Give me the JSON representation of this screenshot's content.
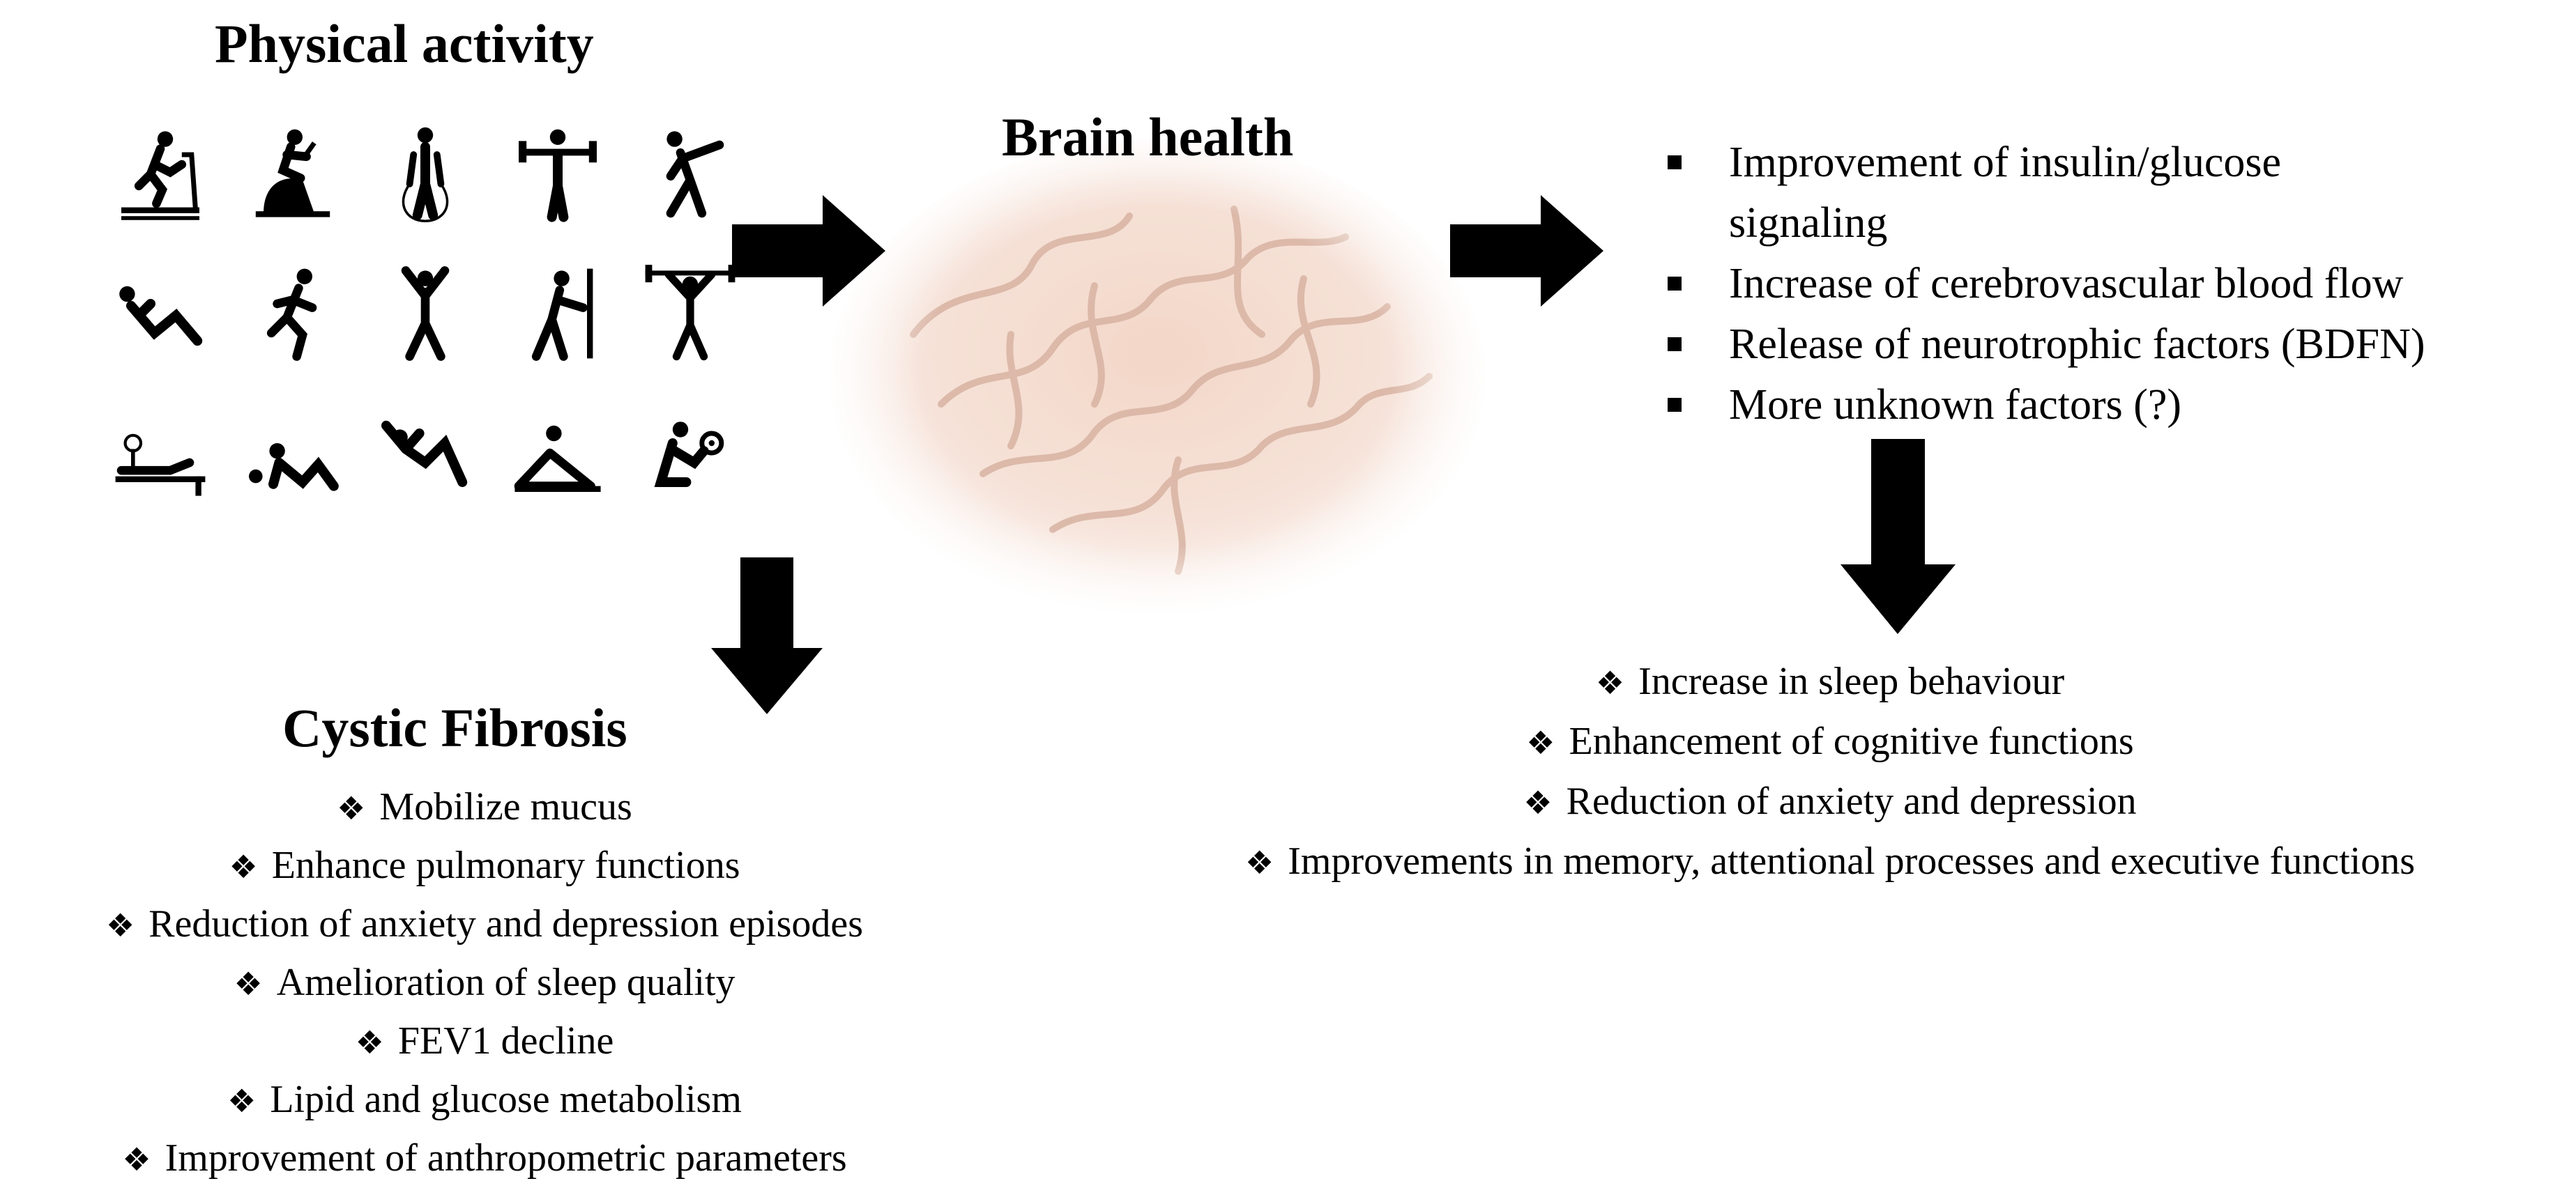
{
  "physical_activity": {
    "title": "Physical activity",
    "icons": [
      "treadmill-runner-icon",
      "stationary-bike-icon",
      "jump-rope-icon",
      "dumbbell-press-icon",
      "aerobics-icon",
      "crunch-exercise-icon",
      "running-person-icon",
      "jumping-jack-icon",
      "wall-push-icon",
      "barbell-lift-icon",
      "bench-press-icon",
      "floor-stretch-icon",
      "situp-icon",
      "plank-stretch-icon",
      "dumbbell-curl-icon"
    ]
  },
  "brain_health": {
    "title": "Brain health",
    "mechanisms": [
      "Improvement of insulin/glucose",
      "signaling",
      "Increase of cerebrovascular blood flow",
      "Release of neurotrophic factors (BDFN)",
      "More unknown factors (?)"
    ],
    "outcomes": [
      "Increase in sleep behaviour",
      "Enhancement of cognitive functions",
      "Reduction of anxiety and depression",
      "Improvements in memory, attentional processes and executive functions"
    ]
  },
  "cystic_fibrosis": {
    "title": "Cystic Fibrosis",
    "outcomes": [
      "Mobilize mucus",
      "Enhance pulmonary functions",
      "Reduction of anxiety and depression episodes",
      "Amelioration of sleep quality",
      "FEV1 decline",
      "Lipid and glucose metabolism",
      "Improvement of anthropometric parameters"
    ]
  },
  "symbols": {
    "diamond": "❖"
  }
}
